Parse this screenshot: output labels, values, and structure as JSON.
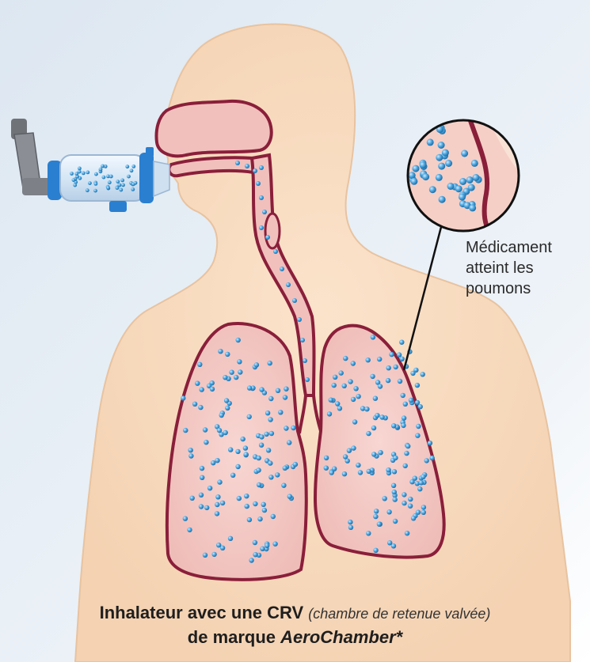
{
  "figure": {
    "callout_lines": [
      "Médicament",
      "atteint les",
      "poumons"
    ],
    "caption": {
      "line1_bold": "Inhalateur avec une CRV",
      "line1_italic": "(chambre de retenue valvée)",
      "line2_bold": "de marque",
      "line2_brand": "AeroChamber*"
    }
  },
  "colors": {
    "skin": "#f7dcc0",
    "lung_fill": "#f3c9c6",
    "lung_outline": "#8a1f3a",
    "particle": "#4aa6dc",
    "chamber_blue": "#2a7fd0",
    "inhaler_grey": "#8b8f95"
  },
  "icons": {
    "inhaler": "inhaler-with-spacer-icon"
  }
}
